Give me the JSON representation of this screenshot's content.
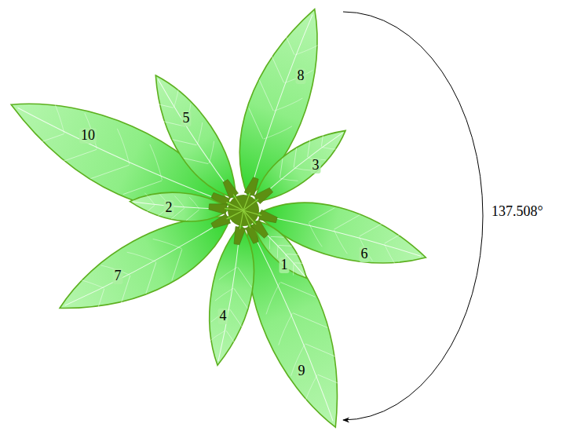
{
  "diagram": {
    "labels": [
      "1",
      "2",
      "3",
      "4",
      "5",
      "6",
      "7",
      "8",
      "9",
      "10",
      "137.508°"
    ]
  }
}
